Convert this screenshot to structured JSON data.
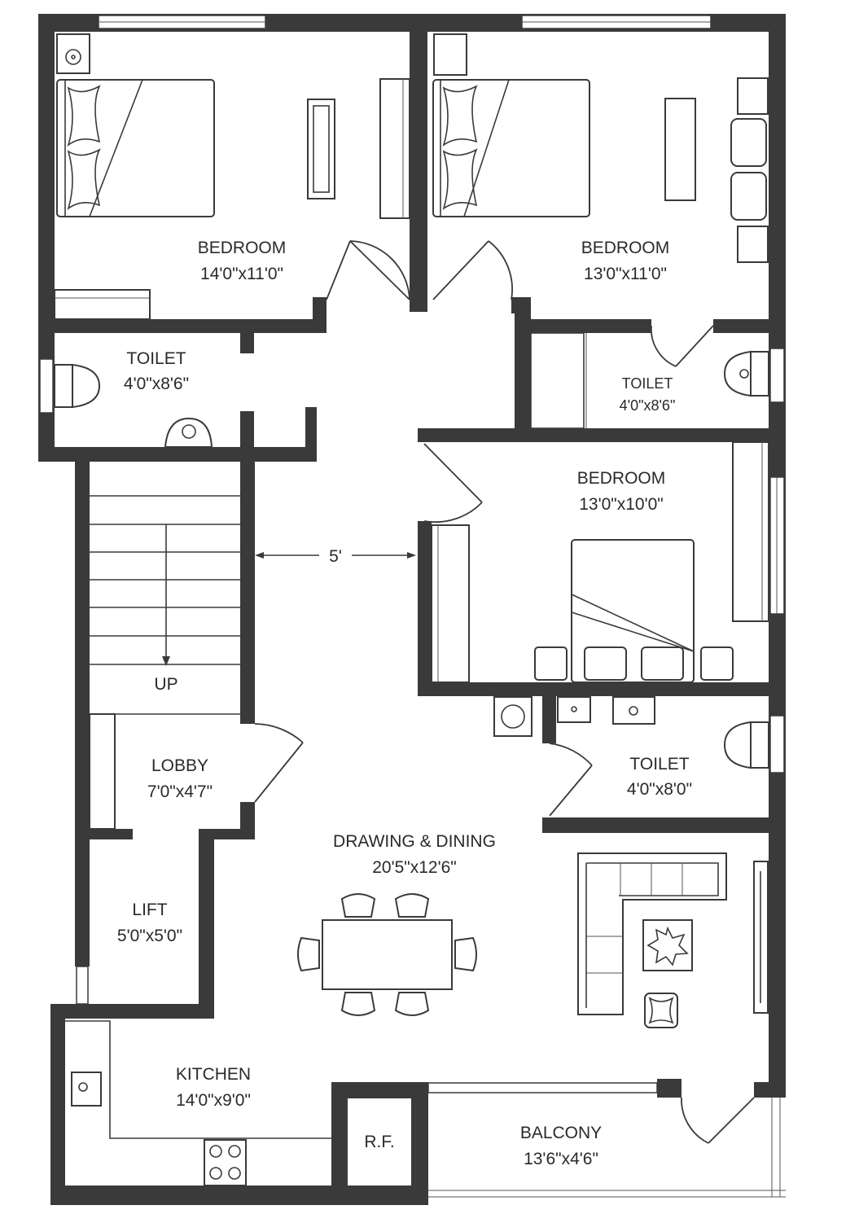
{
  "rooms": {
    "bedroom1": {
      "name": "BEDROOM",
      "size": "14'0\"x11'0\""
    },
    "bedroom2": {
      "name": "BEDROOM",
      "size": "13'0\"x11'0\""
    },
    "toilet1": {
      "name": "TOILET",
      "size": "4'0\"x8'6\""
    },
    "toilet2": {
      "name": "TOILET",
      "size": "4'0\"x8'6\""
    },
    "bedroom3": {
      "name": "BEDROOM",
      "size": "13'0\"x10'0\""
    },
    "lobby": {
      "name": "LOBBY",
      "size": "7'0\"x4'7\""
    },
    "toilet3": {
      "name": "TOILET",
      "size": "4'0\"x8'0\""
    },
    "drawing": {
      "name": "DRAWING & DINING",
      "size": "20'5\"x12'6\""
    },
    "lift": {
      "name": "LIFT",
      "size": "5'0\"x5'0\""
    },
    "kitchen": {
      "name": "KITCHEN",
      "size": "14'0\"x9'0\""
    },
    "balcony": {
      "name": "BALCONY",
      "size": "13'6\"x4'6\""
    },
    "rf": {
      "name": "R.F."
    }
  },
  "stairs": {
    "label": "UP"
  },
  "dimension": {
    "passage": "5'"
  },
  "icons": [
    "bed-icon",
    "wardrobe-icon",
    "toilet-icon",
    "washbasin-icon",
    "sofa-icon",
    "dining-table-icon",
    "stove-icon",
    "sink-icon",
    "door-icon",
    "window-icon",
    "staircase-icon"
  ]
}
